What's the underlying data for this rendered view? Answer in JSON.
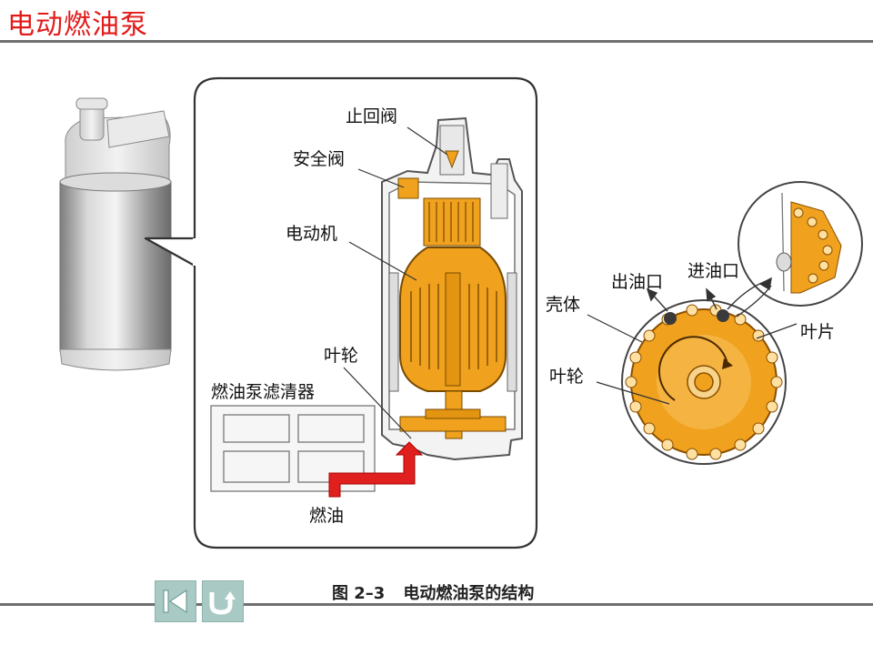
{
  "header": {
    "title": "电动燃油泵"
  },
  "labels": {
    "check_valve": "止回阀",
    "safety_valve": "安全阀",
    "motor": "电动机",
    "impeller_left": "叶轮",
    "filter": "燃油泵滤清器",
    "fuel": "燃油",
    "outlet": "出油口",
    "inlet": "进油口",
    "housing": "壳体",
    "blade": "叶片",
    "impeller_right": "叶轮"
  },
  "caption": {
    "figure_no": "图 2–3",
    "text": "电动燃油泵的结构"
  },
  "nav": {
    "first_icon": "skip-to-start-icon",
    "return_icon": "return-icon"
  },
  "colors": {
    "title": "#e21b1b",
    "accent_orange": "#f0a21e",
    "arrow_red": "#e0201e",
    "nav_bg": "#a9c9c4"
  }
}
